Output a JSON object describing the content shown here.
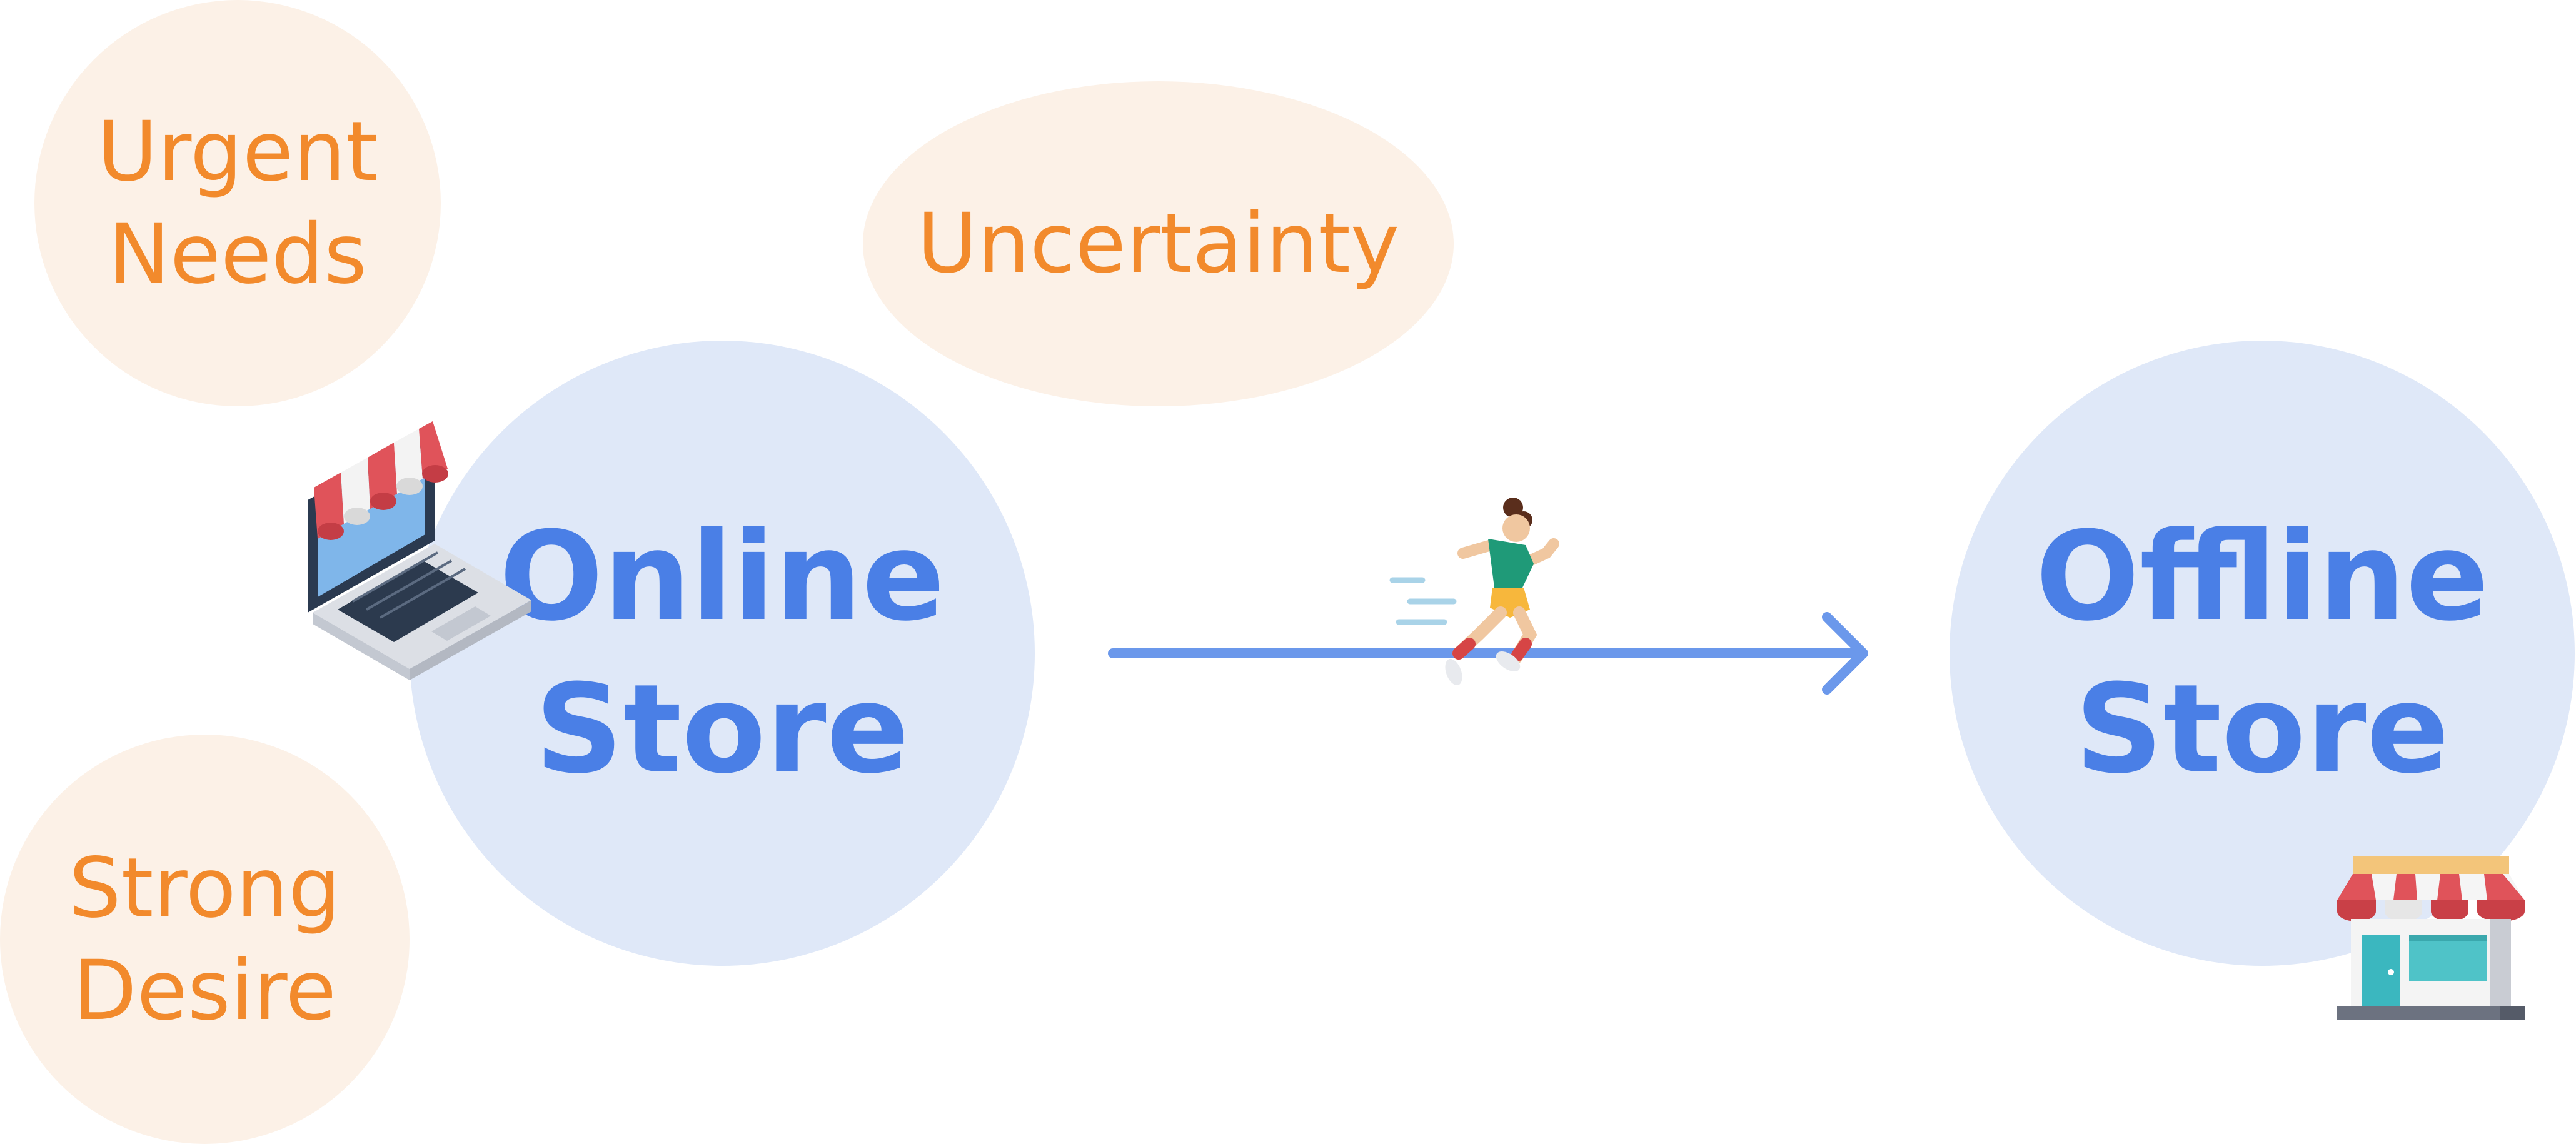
{
  "diagram": {
    "factors": {
      "urgent_needs": [
        "Urgent",
        "Needs"
      ],
      "uncertainty": "Uncertainty",
      "strong_desire": [
        "Strong",
        "Desire"
      ]
    },
    "online_store": [
      "Online",
      "Store"
    ],
    "offline_store": [
      "Offline",
      "Store"
    ],
    "icons": {
      "online": "laptop-shop-icon",
      "runner": "running-person-icon",
      "offline": "storefront-icon"
    },
    "colors": {
      "factor_fill": "#fcf1e7",
      "factor_text": "#f28a2c",
      "store_fill": "#dfe8f8",
      "store_text": "#4a7fe6",
      "arrow": "#6b98eb"
    }
  }
}
